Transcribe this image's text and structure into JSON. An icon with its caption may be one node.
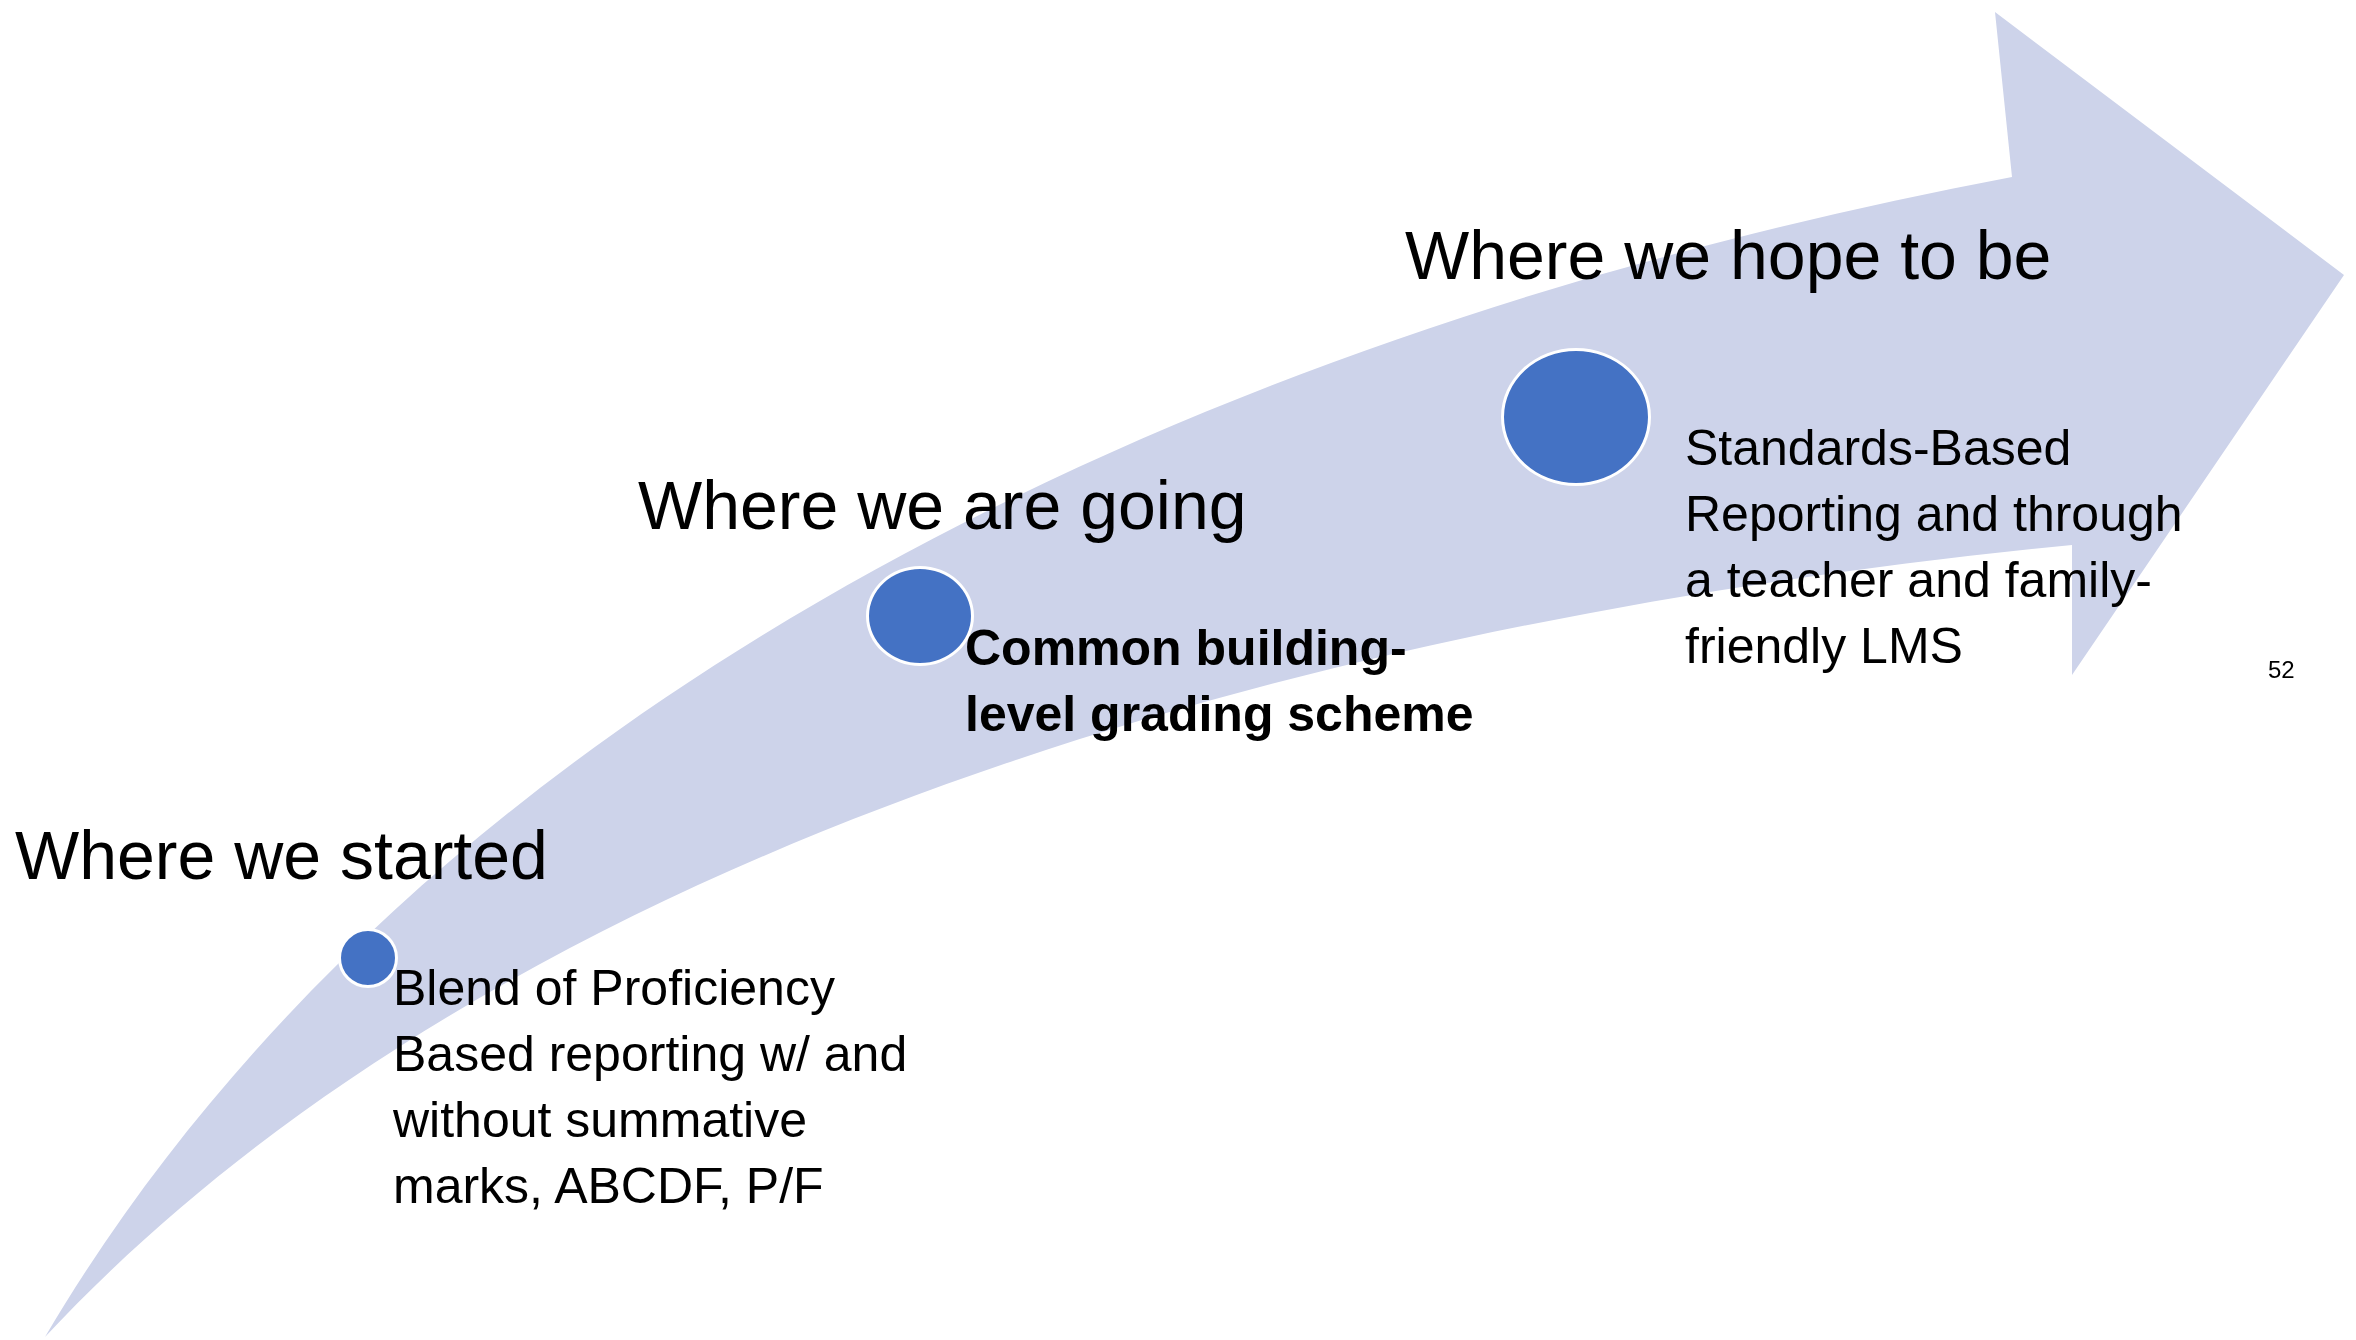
{
  "diagram": {
    "nodes": [
      {
        "text": [
          "Where we started",
          "Blend of Proficiency Based reporting w/ and without summative marks, ABCDF, P/F"
        ]
      },
      {
        "text": [
          "Where we are going",
          "Common building-level grading scheme"
        ]
      },
      {
        "text": [
          "Where we hope to be",
          "Standards-Based Reporting and through a teacher and family-friendly LMS"
        ]
      }
    ],
    "labels": [
      "52"
    ]
  }
}
